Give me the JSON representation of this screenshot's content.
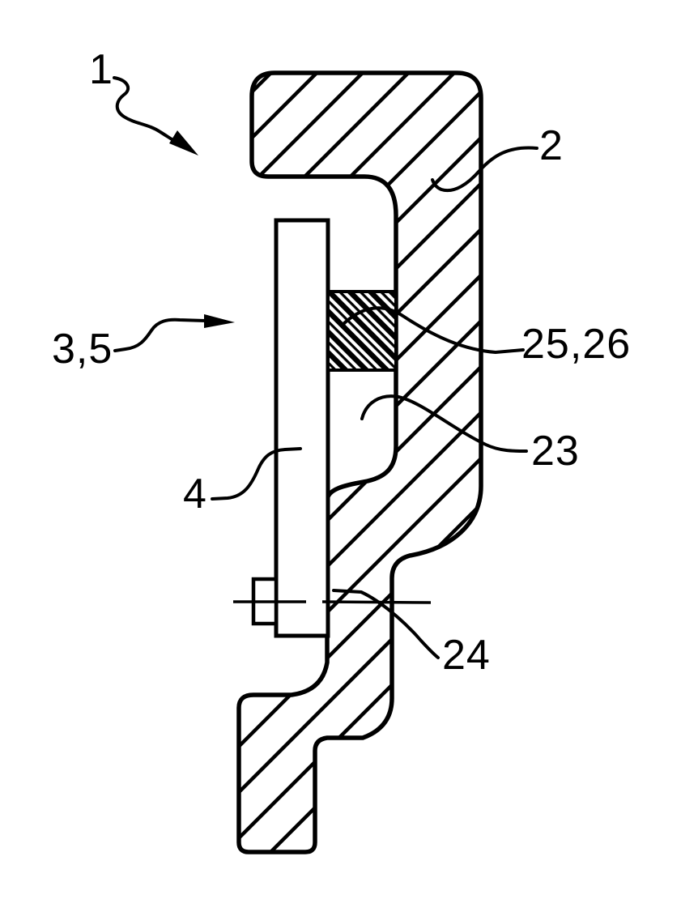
{
  "figure": {
    "kind": "patent cross-section drawing",
    "colors": {
      "background": "#ffffff",
      "ink": "#000000"
    }
  },
  "labels": [
    {
      "id": "1",
      "text": "1"
    },
    {
      "id": "2",
      "text": "2"
    },
    {
      "id": "3-5",
      "text": "3,5"
    },
    {
      "id": "4",
      "text": "4"
    },
    {
      "id": "23",
      "text": "23"
    },
    {
      "id": "24",
      "text": "24"
    },
    {
      "id": "25-26",
      "text": "25,26"
    }
  ]
}
